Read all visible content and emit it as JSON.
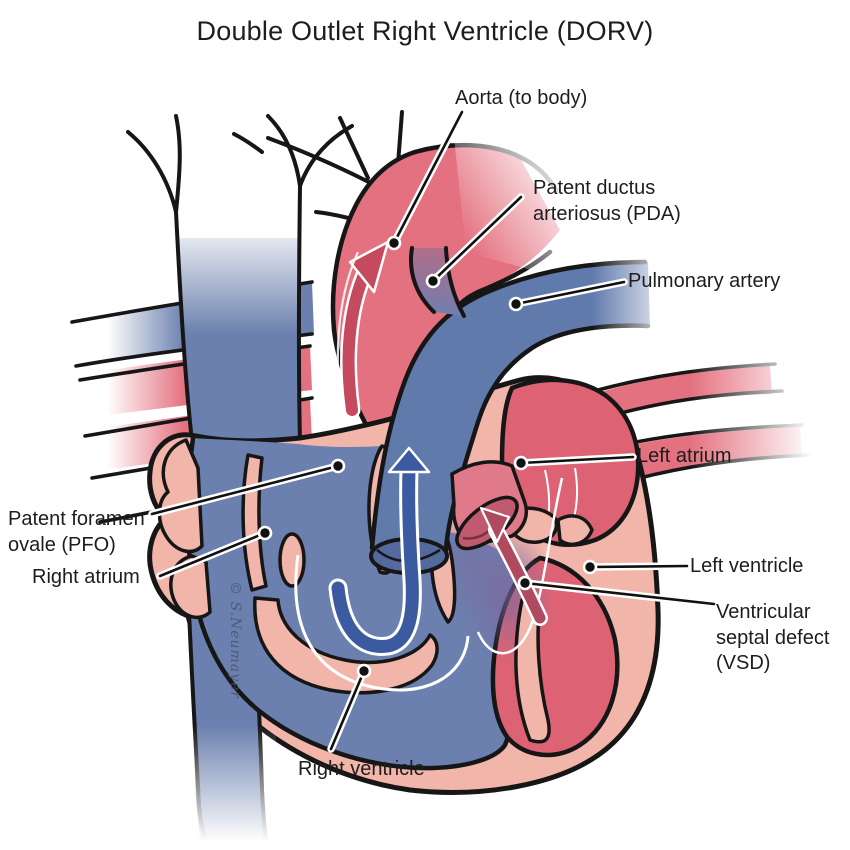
{
  "title": "Double Outlet Right Ventricle (DORV)",
  "watermark": "© S.Neumayer",
  "labels": {
    "aorta": "Aorta (to body)",
    "pda": "Patent ductus arteriosus (PDA)",
    "pulmonary_artery": "Pulmonary artery",
    "left_atrium": "Left atrium",
    "pfo": "Patent foramen ovale (PFO)",
    "right_atrium": "Right atrium",
    "left_ventricle": "Left ventricle",
    "vsd": "Ventricular septal defect (VSD)",
    "right_ventricle": "Right ventricle"
  },
  "colors": {
    "oxygenated_red": "#e4717f",
    "deoxygenated_blue": "#6b80ae",
    "heart_wall_salmon": "#f2b5a9",
    "mixed_blood_purple": "#7b6aa0",
    "flow_arrow_red": "#c64a5e",
    "flow_arrow_blue": "#3b5aa0",
    "outline_black": "#161616",
    "background": "#ffffff"
  }
}
